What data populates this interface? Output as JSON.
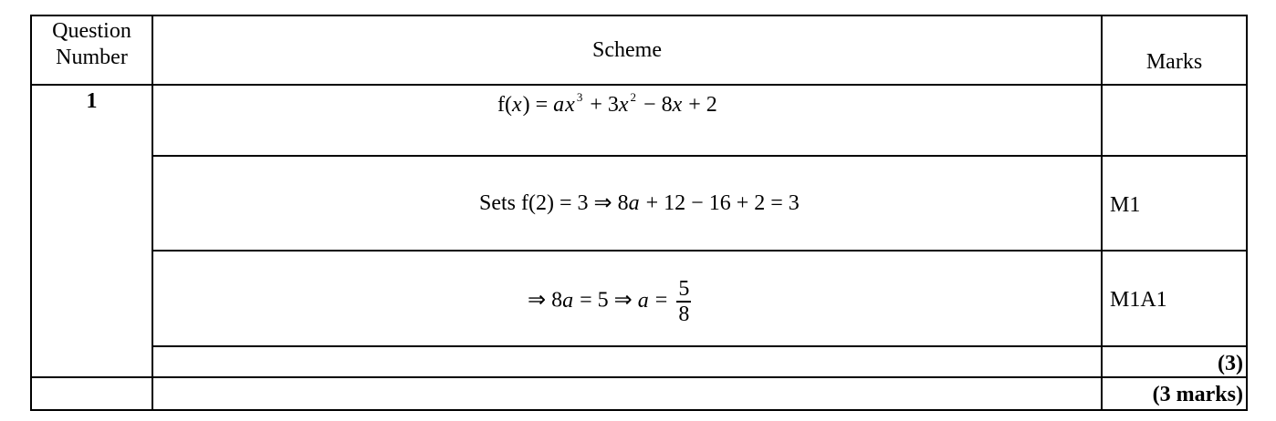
{
  "header": {
    "question_number": "Question Number",
    "scheme": "Scheme",
    "marks": "Marks"
  },
  "question": "1",
  "rows": [
    {
      "scheme_prefix": "f(",
      "scheme_var": "x",
      "scheme_rest": ") = ",
      "a": "a",
      "x": "x",
      "e3": "3",
      "mid": " + 3",
      "x2": "x",
      "e2": "2",
      "end": " − 8",
      "x3": "x",
      "tail": " + 2",
      "marks": ""
    },
    {
      "scheme_text": "Sets  f(2) = 3 ⇒ 8",
      "a": "a",
      "rest": " + 12 − 16 + 2 = 3",
      "marks": "M1"
    },
    {
      "pre": "⇒ 8",
      "a": "a",
      "mid": " = 5 ⇒ ",
      "a2": "a",
      "eq": " = ",
      "num": "5",
      "den": "8",
      "marks": "M1A1"
    }
  ],
  "subtotal": "(3)",
  "total": "(3 marks)"
}
